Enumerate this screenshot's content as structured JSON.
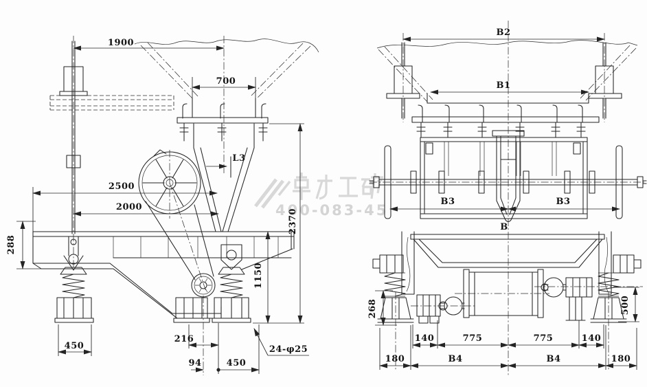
{
  "left_view": {
    "dims": {
      "span_top": "1900",
      "mouth_width": "700",
      "stroke": "L3",
      "length_mid": "2500",
      "length_lower": "2000",
      "trough_depth": "288",
      "overall_height": "2370",
      "body_height": "1150",
      "foot_width_left": "450",
      "offset_216": "216",
      "offset_94": "94",
      "foot_width_right": "450",
      "holes_note": "24-φ25"
    }
  },
  "right_view": {
    "dims": {
      "b2": "B2",
      "b1": "B1",
      "b3_left": "B3",
      "b3_right": "B3",
      "b": "B",
      "height_268": "268",
      "width_140_left": "140",
      "width_775_left": "775",
      "width_775_right": "775",
      "width_140_right": "140",
      "height_500": "500",
      "width_180_left": "180",
      "b4_left": "B4",
      "b4_right": "B4",
      "width_180_right": "180"
    }
  },
  "watermark": {
    "brand": "卓力工矿",
    "phone": "400-083-45"
  }
}
